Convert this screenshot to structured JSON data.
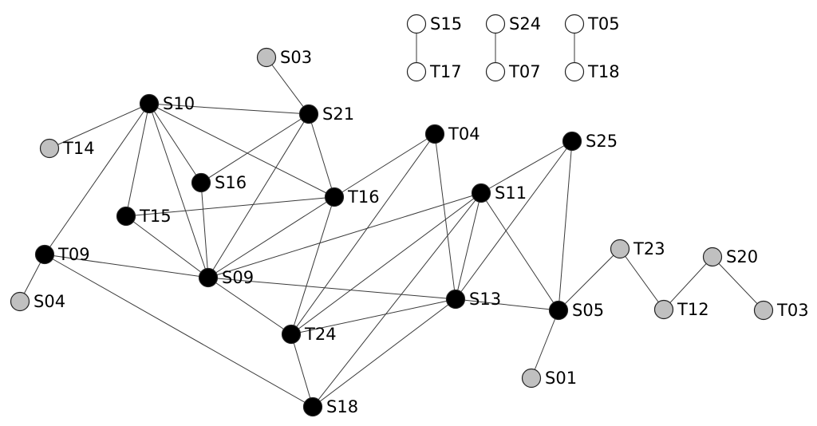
{
  "colors": {
    "core": "#000000",
    "peripheral": "#c0c0c0",
    "isolated": "#ffffff",
    "edge": "#3a3a3a"
  },
  "nodes": [
    {
      "id": "S03",
      "label": "S03",
      "group": "peripheral"
    },
    {
      "id": "S10",
      "label": "S10",
      "group": "core"
    },
    {
      "id": "S21",
      "label": "S21",
      "group": "core"
    },
    {
      "id": "T14",
      "label": "T14",
      "group": "peripheral"
    },
    {
      "id": "S16",
      "label": "S16",
      "group": "core"
    },
    {
      "id": "T04",
      "label": "T04",
      "group": "core"
    },
    {
      "id": "S25",
      "label": "S25",
      "group": "core"
    },
    {
      "id": "T16",
      "label": "T16",
      "group": "core"
    },
    {
      "id": "S11",
      "label": "S11",
      "group": "core"
    },
    {
      "id": "T15",
      "label": "T15",
      "group": "core"
    },
    {
      "id": "T09",
      "label": "T09",
      "group": "core"
    },
    {
      "id": "S09",
      "label": "S09",
      "group": "core"
    },
    {
      "id": "S04",
      "label": "S04",
      "group": "peripheral"
    },
    {
      "id": "T24",
      "label": "T24",
      "group": "core"
    },
    {
      "id": "S13",
      "label": "S13",
      "group": "core"
    },
    {
      "id": "S05",
      "label": "S05",
      "group": "core"
    },
    {
      "id": "S18",
      "label": "S18",
      "group": "core"
    },
    {
      "id": "S01",
      "label": "S01",
      "group": "peripheral"
    },
    {
      "id": "T23",
      "label": "T23",
      "group": "peripheral"
    },
    {
      "id": "S20",
      "label": "S20",
      "group": "peripheral"
    },
    {
      "id": "T12",
      "label": "T12",
      "group": "peripheral"
    },
    {
      "id": "T03",
      "label": "T03",
      "group": "peripheral"
    },
    {
      "id": "S15",
      "label": "S15",
      "group": "isolated"
    },
    {
      "id": "T17",
      "label": "T17",
      "group": "isolated"
    },
    {
      "id": "S24",
      "label": "S24",
      "group": "isolated"
    },
    {
      "id": "T07",
      "label": "T07",
      "group": "isolated"
    },
    {
      "id": "T05",
      "label": "T05",
      "group": "isolated"
    },
    {
      "id": "T18",
      "label": "T18",
      "group": "isolated"
    }
  ],
  "edges": [
    [
      "S03",
      "S21"
    ],
    [
      "S10",
      "S21"
    ],
    [
      "S10",
      "T14"
    ],
    [
      "S10",
      "T09"
    ],
    [
      "S10",
      "T15"
    ],
    [
      "S10",
      "S16"
    ],
    [
      "S10",
      "S09"
    ],
    [
      "S10",
      "T16"
    ],
    [
      "S21",
      "S16"
    ],
    [
      "S21",
      "T16"
    ],
    [
      "S21",
      "S09"
    ],
    [
      "S16",
      "S09"
    ],
    [
      "T15",
      "T16"
    ],
    [
      "T15",
      "S09"
    ],
    [
      "T16",
      "S09"
    ],
    [
      "T16",
      "T04"
    ],
    [
      "T16",
      "T24"
    ],
    [
      "T04",
      "T24"
    ],
    [
      "T04",
      "S13"
    ],
    [
      "S11",
      "S09"
    ],
    [
      "S11",
      "T24"
    ],
    [
      "S11",
      "S18"
    ],
    [
      "S11",
      "S13"
    ],
    [
      "S11",
      "S25"
    ],
    [
      "S11",
      "S05"
    ],
    [
      "S25",
      "S13"
    ],
    [
      "S25",
      "S05"
    ],
    [
      "T09",
      "S09"
    ],
    [
      "T09",
      "S04"
    ],
    [
      "T09",
      "S18"
    ],
    [
      "S09",
      "S13"
    ],
    [
      "S09",
      "T24"
    ],
    [
      "T24",
      "S13"
    ],
    [
      "T24",
      "S18"
    ],
    [
      "S13",
      "S05"
    ],
    [
      "S13",
      "S18"
    ],
    [
      "S05",
      "S01"
    ],
    [
      "S05",
      "T23"
    ],
    [
      "T23",
      "T12"
    ],
    [
      "T12",
      "S20"
    ],
    [
      "S20",
      "T03"
    ],
    [
      "S15",
      "T17"
    ],
    [
      "S24",
      "T07"
    ],
    [
      "T05",
      "T18"
    ]
  ]
}
